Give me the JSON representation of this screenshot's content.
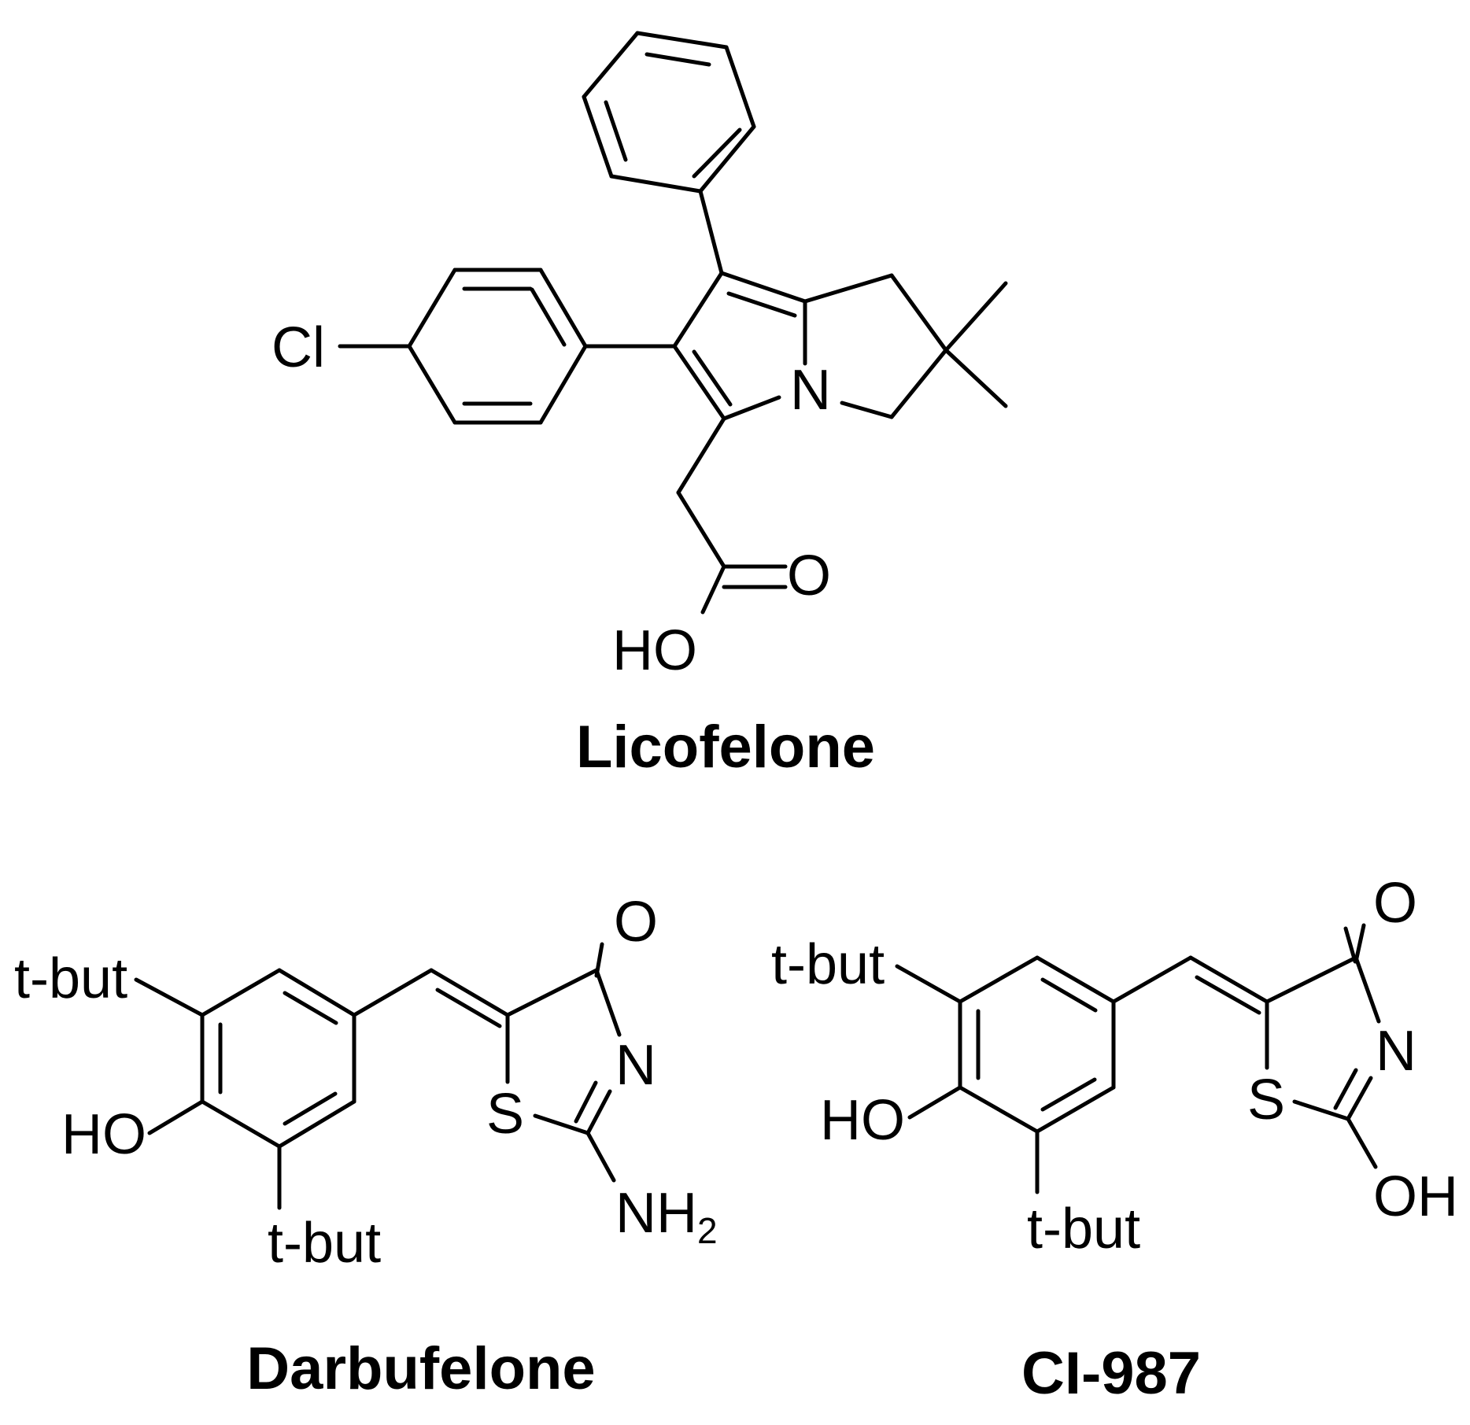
{
  "licofelone": {
    "name": "Licofelone",
    "atoms": {
      "cl": "Cl",
      "n": "N",
      "o_carbonyl": "O",
      "hydroxyl": "HO"
    }
  },
  "darbufelone": {
    "name": "Darbufelone",
    "atoms": {
      "t_but_top": "t-but",
      "hydroxyl": "HO",
      "t_but_bottom": "t-but",
      "o_carbonyl": "O",
      "n": "N",
      "s": "S",
      "amine": "NH",
      "amine_sub": "2"
    }
  },
  "ci987": {
    "name": "CI-987",
    "atoms": {
      "t_but_top": "t-but",
      "hydroxyl": "HO",
      "t_but_bottom": "t-but",
      "o_carbonyl": "O",
      "n": "N",
      "s": "S",
      "hydroxyl_ring": "OH"
    }
  }
}
